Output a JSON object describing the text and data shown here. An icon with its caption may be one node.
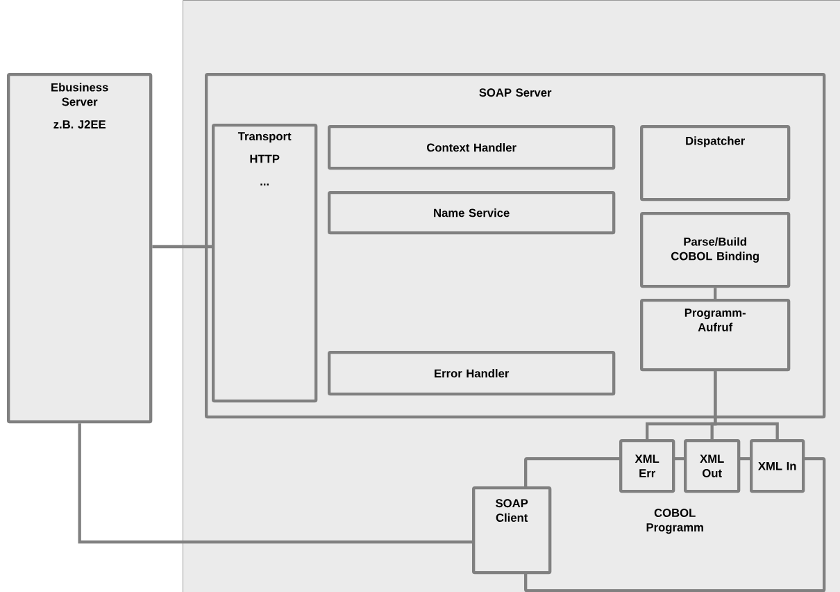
{
  "diagram": {
    "nodes": [
      {
        "text": [],
        "shape": "box"
      },
      {
        "text": [
          "Ebusiness Server",
          "z.B. J2EE"
        ]
      },
      {
        "text": [
          "SOAP Server"
        ],
        "in": 0
      },
      {
        "text": [
          "Transport",
          "HTTP",
          "..."
        ],
        "in": 2
      },
      {
        "text": [
          "Context Handler"
        ],
        "in": 2
      },
      {
        "text": [
          "Name Service"
        ],
        "in": 2
      },
      {
        "text": [
          "Error Handler"
        ],
        "in": 2
      },
      {
        "text": [
          "Dispatcher"
        ],
        "in": 2
      },
      {
        "text": [
          "Parse/Build COBOL Binding"
        ],
        "in": 2
      },
      {
        "text": [
          "Programm- Aufruf"
        ],
        "in": 2
      },
      {
        "text": [
          "XML Err"
        ],
        "in": 0
      },
      {
        "text": [
          "XML Out"
        ],
        "in": 0
      },
      {
        "text": [
          "XML In"
        ],
        "in": 0
      },
      {
        "text": [
          "SOAP Client"
        ],
        "in": 0
      },
      {
        "text": [
          "COBOL Programm"
        ],
        "in": 0
      }
    ],
    "edges": [
      {
        "from": 1,
        "to": 3,
        "arrow": "none"
      },
      {
        "from": 1,
        "to": 13,
        "arrow": "none"
      },
      {
        "from": 8,
        "to": 9,
        "arrow": "none"
      },
      {
        "from": 9,
        "to": 10,
        "arrow": "none"
      },
      {
        "from": 9,
        "to": 11,
        "arrow": "none"
      },
      {
        "from": 9,
        "to": 12,
        "arrow": "none"
      }
    ]
  }
}
